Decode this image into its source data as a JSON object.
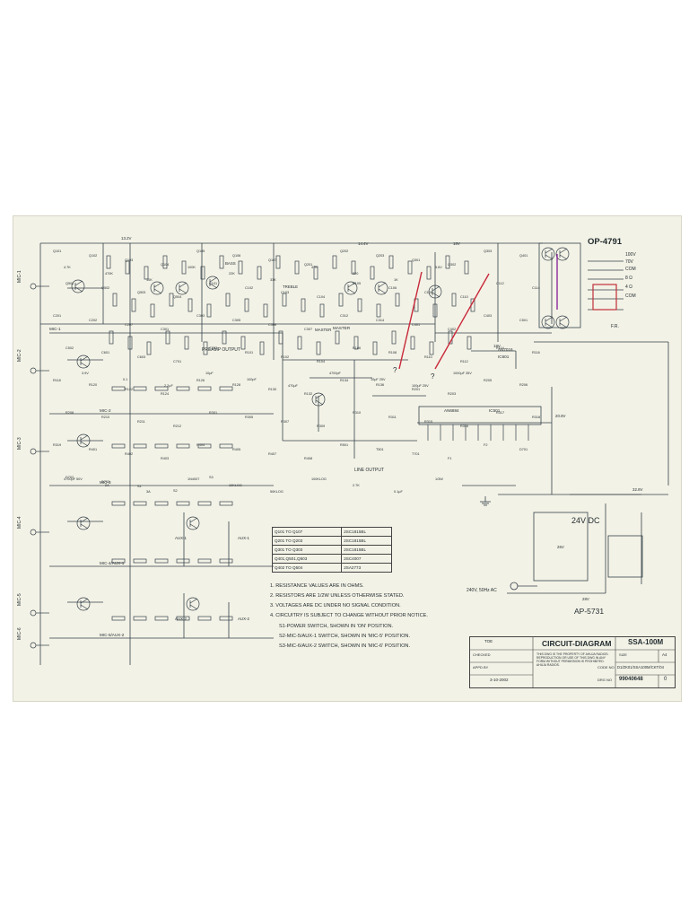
{
  "model_label": "OP-4791",
  "power_label": "24V DC",
  "ap_label": "AP-5731",
  "ac_input_label": "240V, 50Hz AC",
  "title_block": {
    "drawn_by": "TOE",
    "checked": "CHECKED",
    "approved": "APPD BY",
    "date": "3-10-2002",
    "heading": "CIRCUIT-DIAGRAM",
    "model": "SSA-100M",
    "size_label": "SIZE",
    "size": "A4",
    "code_label": "CODE NO",
    "code": "D1/ZK01/SSA100M/CKT/04",
    "drg_label": "DRG NO",
    "drg_no": "99040648",
    "rev": "0",
    "notice": "THIS DWG IS THE PROPERTY OF AHUJA RADIOS. REPRODUCTION OR USE OF THIS DWG IN ANY FORM WITHOUT PERMISSION IS PROHIBITED. AHUJA RADIOS."
  },
  "notes": [
    "1. RESISTANCE VALUES ARE IN OHMS.",
    "2. RESISTORS ARE 1/2W UNLESS OTHERWISE STATED.",
    "3. VOLTAGES ARE DC UNDER NO SIGNAL CONDITION.",
    "4. CIRCUITRY IS SUBJECT TO CHANGE WITHOUT PRIOR NOTICE.",
    "S1-POWER SWITCH, SHOWN IN 'ON' POSITION.",
    "S2-MIC-5/AUX-1 SWITCH, SHOWN IN 'MIC-5' POSITION.",
    "S3-MIC-6/AUX-2 SWITCH, SHOWN IN 'MIC-6' POSITION."
  ],
  "transistor_table": [
    [
      "Q101 TO Q107",
      "2SC1815BL"
    ],
    [
      "Q201 TO Q203",
      "2SC1815BL"
    ],
    [
      "Q301 TO Q303",
      "2SC1815BL"
    ],
    [
      "Q401,Q501,Q503",
      "2SC4007"
    ],
    [
      "Q402 TO Q504",
      "2SA2773"
    ]
  ],
  "inputs": [
    "MIC-1",
    "MIC-2",
    "MIC-3",
    "MIC-4",
    "MIC-5",
    "MIC-6"
  ],
  "bus_labels": [
    "MIC-1",
    "MIC-2",
    "MIC-3",
    "MIC-4/AUX-1",
    "MIC-5/AUX-2",
    "MASTER"
  ],
  "aux_labels": [
    "AUX-1",
    "AUX-2",
    "AUX-1",
    "AUX-2"
  ],
  "outputs": {
    "preamp": "PREAMP OUTPUT",
    "line": "LINE OUTPUT",
    "speaker_taps": [
      "100V",
      "70V",
      "COM",
      "8 Ω",
      "4 Ω",
      "COM"
    ],
    "fr": "F.R."
  },
  "ics": [
    "AN6884",
    "IC501",
    "AN7016",
    "IC601"
  ],
  "controls": [
    "BASS",
    "TREBLE",
    "MASTER"
  ],
  "voltages": [
    "13.2V",
    "14.4V",
    "18V",
    "20.8V",
    "32.8V",
    "26V",
    "28V",
    "18V"
  ],
  "part_labels": [
    "Q101",
    "Q102",
    "Q103",
    "Q104",
    "Q105",
    "Q106",
    "Q107",
    "Q201",
    "Q202",
    "Q203",
    "Q301",
    "Q302",
    "Q303",
    "Q401",
    "Q501",
    "Q502",
    "Q503",
    "Q504",
    "C101",
    "C102",
    "C103",
    "C104",
    "C105",
    "C106",
    "C108",
    "C110",
    "C112",
    "C114",
    "C201",
    "C202",
    "C207",
    "C301",
    "C303",
    "C305",
    "C306",
    "C307",
    "C312",
    "C314",
    "C401",
    "C402",
    "C403",
    "C501",
    "C502",
    "C601",
    "C603",
    "C701",
    "C702",
    "R101",
    "R102",
    "R104",
    "R106",
    "R108",
    "R110",
    "R112",
    "R114",
    "R116",
    "R118",
    "R120",
    "R122",
    "R124",
    "R126",
    "R128",
    "R130",
    "R132",
    "R134",
    "R136",
    "R201",
    "R203",
    "R205",
    "R206",
    "R208",
    "R210",
    "R211",
    "R212",
    "R301",
    "R305",
    "R307",
    "R309",
    "R310",
    "R311",
    "R315",
    "R316",
    "R317",
    "R318",
    "R319",
    "R401",
    "R402",
    "R403",
    "R404",
    "R405",
    "R407",
    "R408",
    "R501",
    "T501",
    "T701",
    "F1",
    "F2",
    "D701",
    "D702",
    "D703",
    "S1",
    "S2",
    "S3"
  ],
  "values_text": [
    "4.7K",
    "470K",
    "10K",
    "100K",
    "22K",
    "33K",
    "47K",
    "220",
    "1K",
    "5.6V",
    "3.9V",
    "0.1",
    "2.2μF",
    "10μF",
    "100pF",
    "470μF",
    "4700pF",
    "10μF 25V",
    "100μF 25V",
    "1000μF 35V",
    "4700μF 50V",
    "2A",
    "3A",
    "1N4007",
    "10KLOG",
    "50KLOG",
    "100KLOG",
    "2.7K",
    "0.1μF",
    "1/3W"
  ],
  "annotations": [
    "?",
    "?"
  ]
}
